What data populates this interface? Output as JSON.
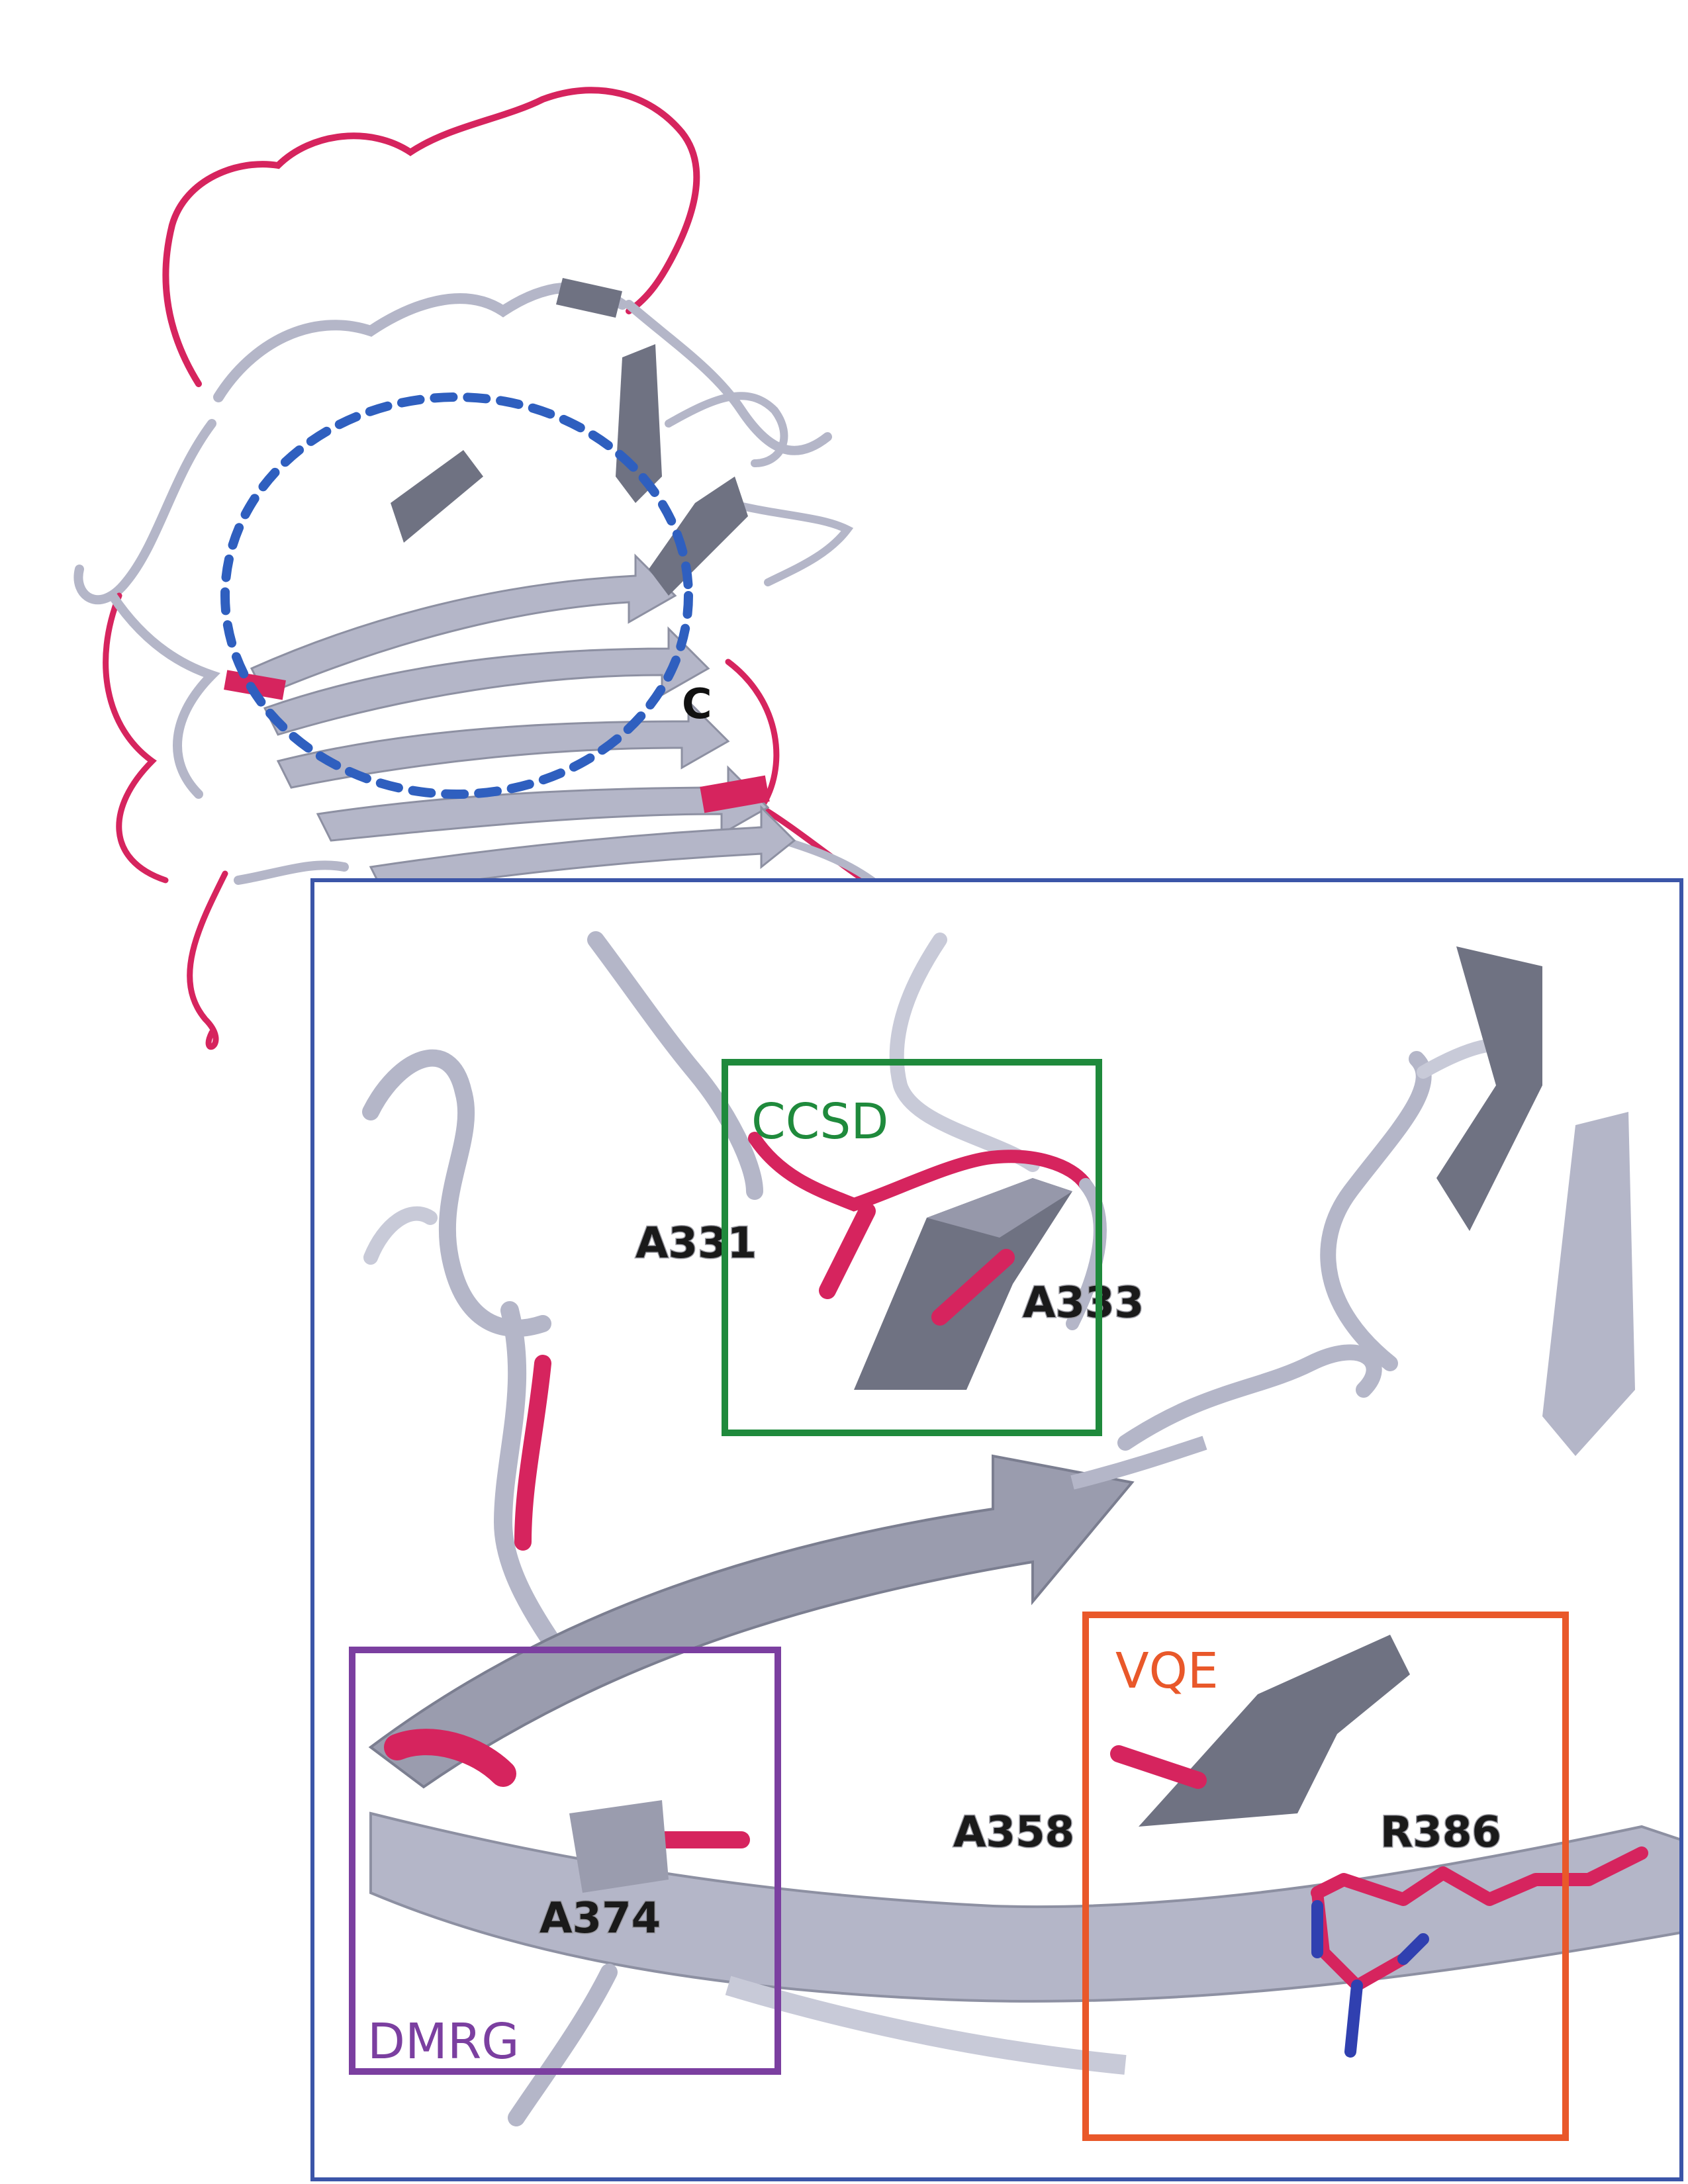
{
  "figure": {
    "terminus_label": "C",
    "residue_labels": [
      "A331",
      "A333",
      "A358",
      "R386",
      "A374"
    ],
    "boxes": [
      {
        "label": "CCSD",
        "color": "#1f8a3c"
      },
      {
        "label": "VQE",
        "color": "#e9582a"
      },
      {
        "label": "DMRG",
        "color": "#7b3fa0"
      }
    ],
    "colors": {
      "ribbon": "#b4b6c8",
      "ribbon_dark": "#6f7282",
      "highlight": "#d6245e",
      "dashed_circle": "#2f5fbf",
      "inset_border": "#3b55a8",
      "nitrogen": "#3040b0"
    }
  }
}
